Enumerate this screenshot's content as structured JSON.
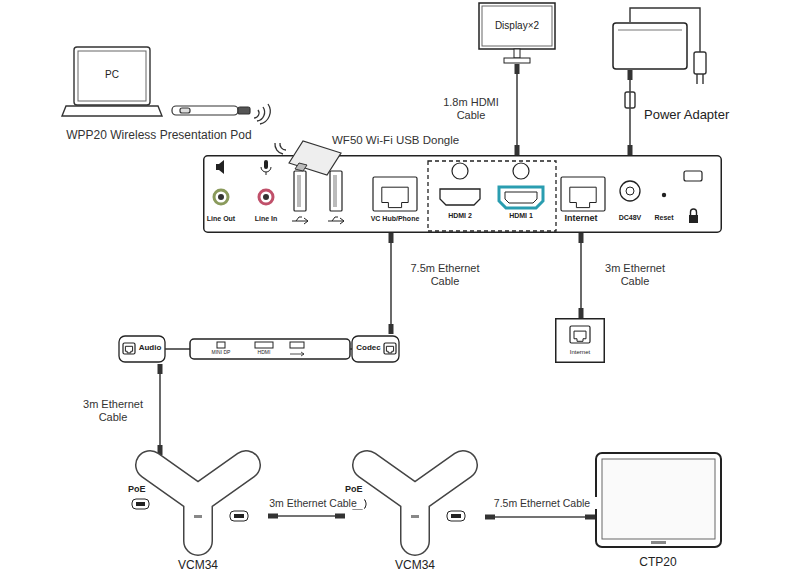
{
  "diagram": {
    "nodes": [
      {
        "text": [
          "PC"
        ]
      },
      {
        "text": [
          "Display×2"
        ]
      },
      {
        "text": [
          "Power Adapter"
        ]
      },
      {
        "text": [
          "Line Out",
          "Line In",
          "VC Hub/Phone",
          "HDMI 2",
          "HDMI 1",
          "Internet",
          "DC48V",
          "Reset"
        ]
      },
      {
        "text": [
          "Internet"
        ]
      },
      {
        "text": [
          "Audio",
          "MINI DP",
          "HDMI",
          "Codec"
        ]
      },
      {
        "text": [
          "PoE",
          "VCM34"
        ]
      },
      {
        "text": [
          "PoE",
          "VCM34"
        ]
      },
      {
        "text": [
          "CTP20"
        ]
      }
    ],
    "edges": [
      {
        "from": 1,
        "to": 3,
        "arrow": "none",
        "label": "1.8m HDMI Cable"
      },
      {
        "from": 2,
        "to": 3,
        "arrow": "none"
      },
      {
        "from": 3,
        "to": 5,
        "arrow": "none",
        "label": "7.5m Ethernet Cable"
      },
      {
        "from": 3,
        "to": 4,
        "arrow": "none",
        "label": "3m Ethernet Cable"
      },
      {
        "from": 5,
        "to": 6,
        "arrow": "none",
        "label": "3m Ethernet Cable"
      },
      {
        "from": 6,
        "to": 7,
        "arrow": "none",
        "label": "3m Ethernet Cable"
      },
      {
        "from": 7,
        "to": 8,
        "arrow": "none",
        "label": "7.5m Ethernet Cable"
      }
    ],
    "labels": [
      "WPP20 Wireless Presentation Pod",
      "WF50 Wi-Fi USB Dongle"
    ]
  }
}
